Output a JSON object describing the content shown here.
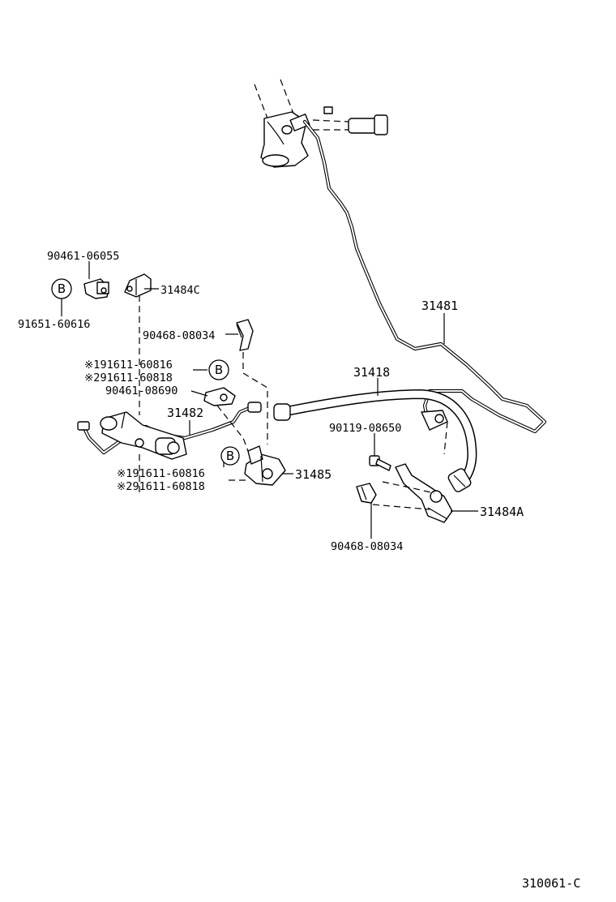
{
  "callouts": {
    "p_90461_06055": "90461-06055",
    "p_31484C": "31484C",
    "p_91651_60616": "91651-60616",
    "p_90468_08034_top": "90468-08034",
    "p_star1_top": "※191611-60816",
    "p_star2_top": "※291611-60818",
    "p_90461_08690": "90461-08690",
    "p_31482": "31482",
    "p_31418": "31418",
    "p_31481": "31481",
    "p_90119_08650": "90119-08650",
    "p_star1_bottom": "※191611-60816",
    "p_star2_bottom": "※291611-60818",
    "p_31485": "31485",
    "p_31484A": "31484A",
    "p_90468_08034_bottom": "90468-08034"
  },
  "markers": {
    "b_top": "B",
    "b_left": "B",
    "b_bottom": "B"
  },
  "footer": {
    "diagram_code": "310061-C"
  }
}
